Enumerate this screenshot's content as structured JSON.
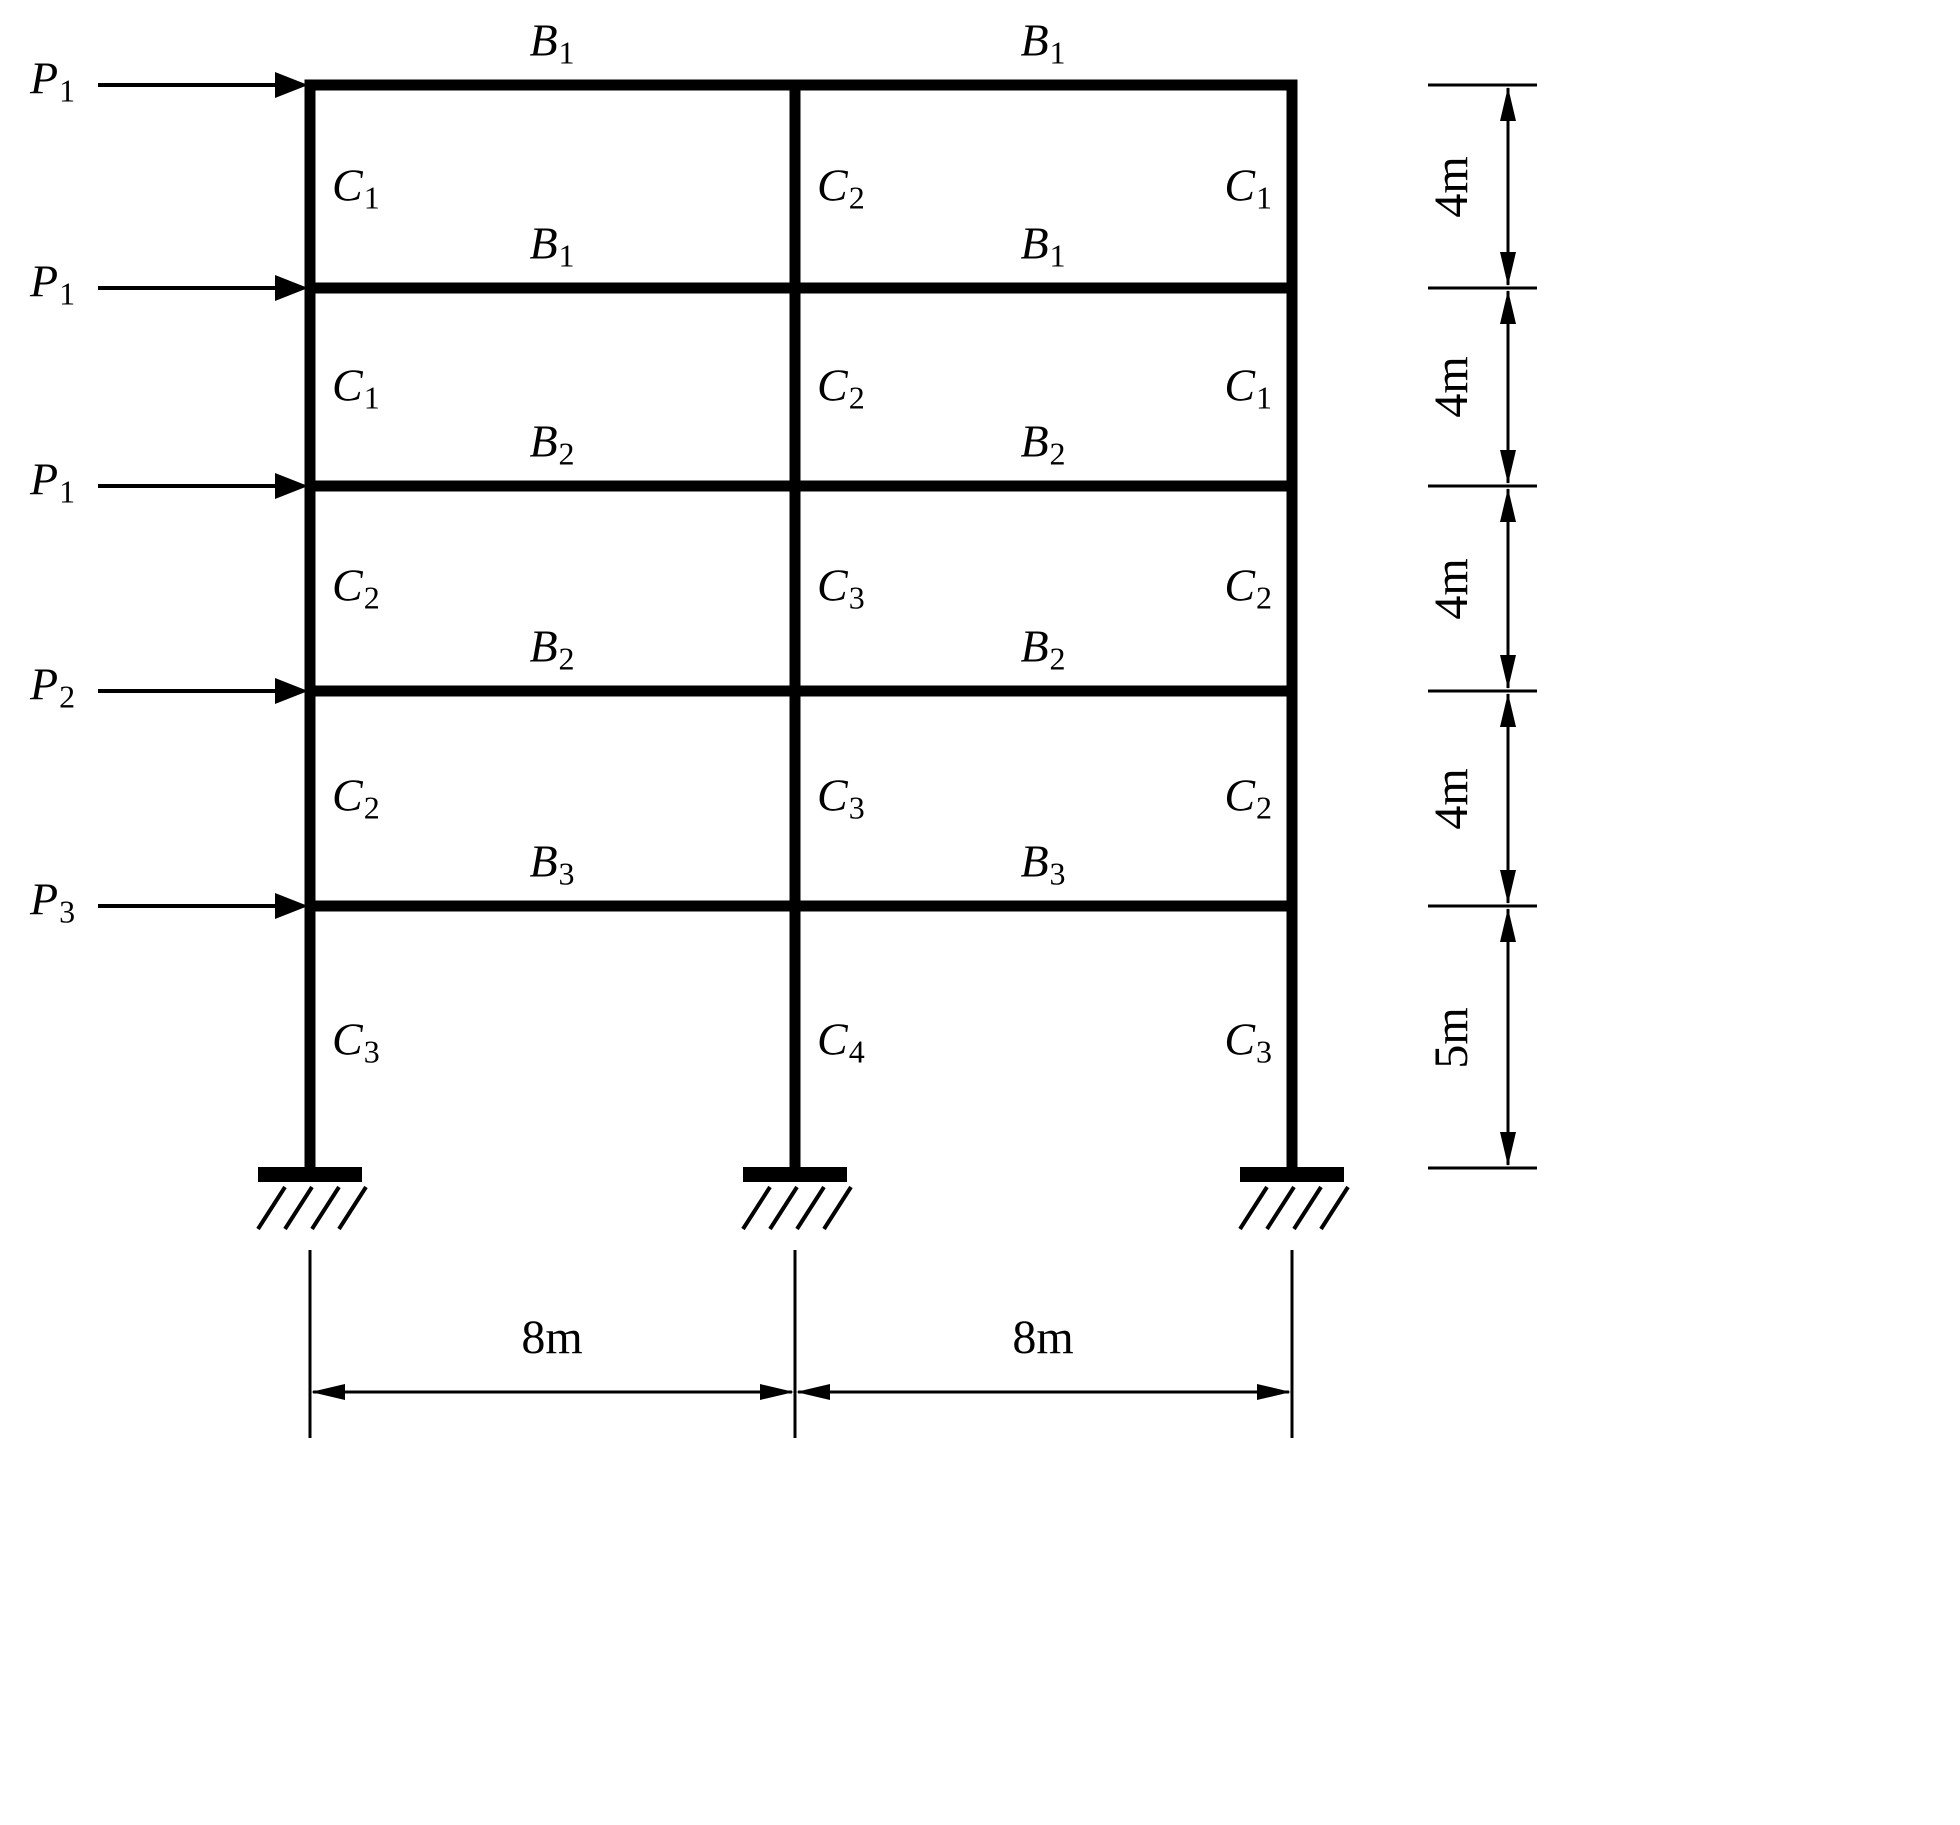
{
  "loads": [
    {
      "name": "P",
      "sub": "1"
    },
    {
      "name": "P",
      "sub": "1"
    },
    {
      "name": "P",
      "sub": "1"
    },
    {
      "name": "P",
      "sub": "2"
    },
    {
      "name": "P",
      "sub": "3"
    }
  ],
  "beam_rows": [
    {
      "left": {
        "name": "B",
        "sub": "1"
      },
      "right": {
        "name": "B",
        "sub": "1"
      }
    },
    {
      "left": {
        "name": "B",
        "sub": "1"
      },
      "right": {
        "name": "B",
        "sub": "1"
      }
    },
    {
      "left": {
        "name": "B",
        "sub": "2"
      },
      "right": {
        "name": "B",
        "sub": "2"
      }
    },
    {
      "left": {
        "name": "B",
        "sub": "2"
      },
      "right": {
        "name": "B",
        "sub": "2"
      }
    },
    {
      "left": {
        "name": "B",
        "sub": "3"
      },
      "right": {
        "name": "B",
        "sub": "3"
      }
    }
  ],
  "column_stories": [
    {
      "left": {
        "name": "C",
        "sub": "1"
      },
      "mid": {
        "name": "C",
        "sub": "2"
      },
      "right": {
        "name": "C",
        "sub": "1"
      }
    },
    {
      "left": {
        "name": "C",
        "sub": "1"
      },
      "mid": {
        "name": "C",
        "sub": "2"
      },
      "right": {
        "name": "C",
        "sub": "1"
      }
    },
    {
      "left": {
        "name": "C",
        "sub": "2"
      },
      "mid": {
        "name": "C",
        "sub": "3"
      },
      "right": {
        "name": "C",
        "sub": "2"
      }
    },
    {
      "left": {
        "name": "C",
        "sub": "2"
      },
      "mid": {
        "name": "C",
        "sub": "3"
      },
      "right": {
        "name": "C",
        "sub": "2"
      }
    },
    {
      "left": {
        "name": "C",
        "sub": "3"
      },
      "mid": {
        "name": "C",
        "sub": "4"
      },
      "right": {
        "name": "C",
        "sub": "3"
      }
    }
  ],
  "dimensions": {
    "story_heights": [
      "4m",
      "4m",
      "4m",
      "4m",
      "5m"
    ],
    "bay_widths": [
      "8m",
      "8m"
    ]
  },
  "colors": {
    "line": "#000000",
    "background": "#ffffff"
  }
}
